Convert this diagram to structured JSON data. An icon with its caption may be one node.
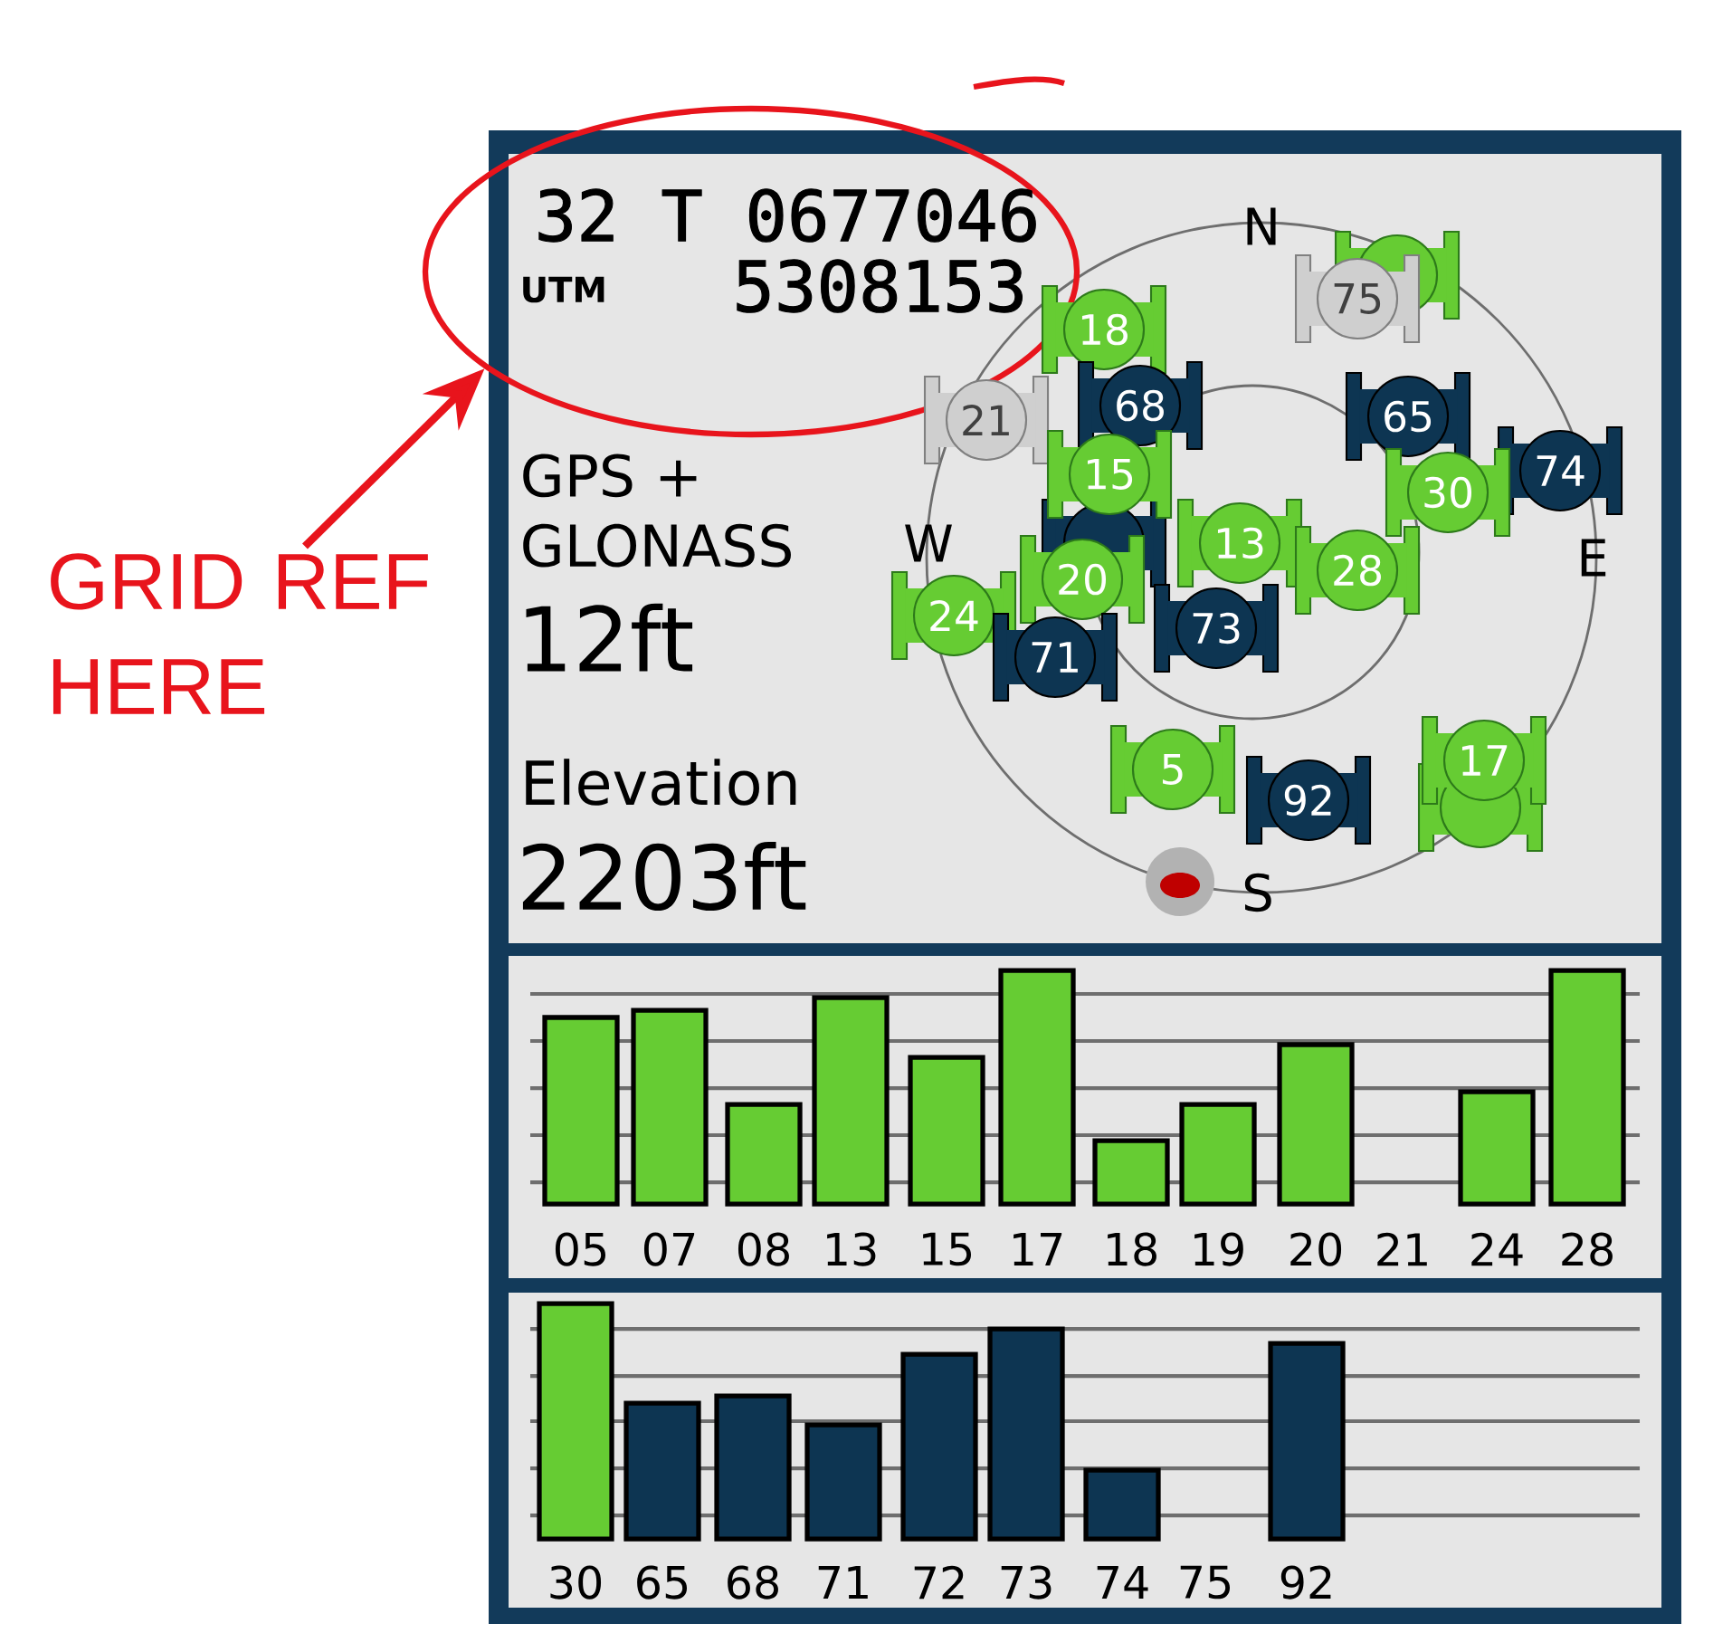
{
  "diagram": {
    "nodes": [
      {
        "text": [
          "GRID REF HERE"
        ]
      },
      {
        "text": [],
        "shape": "circle"
      }
    ],
    "edges": [
      {
        "from": 0,
        "to": 1,
        "arrow": "to"
      }
    ],
    "labels": [
      "32 T 0677046",
      "UTM",
      "5308153",
      "GPS + GLONASS",
      "12ft",
      "Elevation",
      "2203ft",
      "N",
      "W",
      "E",
      "S",
      "75",
      "21",
      "18",
      "68",
      "65",
      "74",
      "30",
      "15",
      "13",
      "24",
      "20",
      "28",
      "71",
      "73",
      "5",
      "92",
      "17",
      "05",
      "07",
      "08",
      "13",
      "15",
      "17",
      "18",
      "19",
      "20",
      "21",
      "24",
      "28",
      "30",
      "65",
      "68",
      "71",
      "72",
      "73",
      "74",
      "75",
      "92"
    ]
  }
}
